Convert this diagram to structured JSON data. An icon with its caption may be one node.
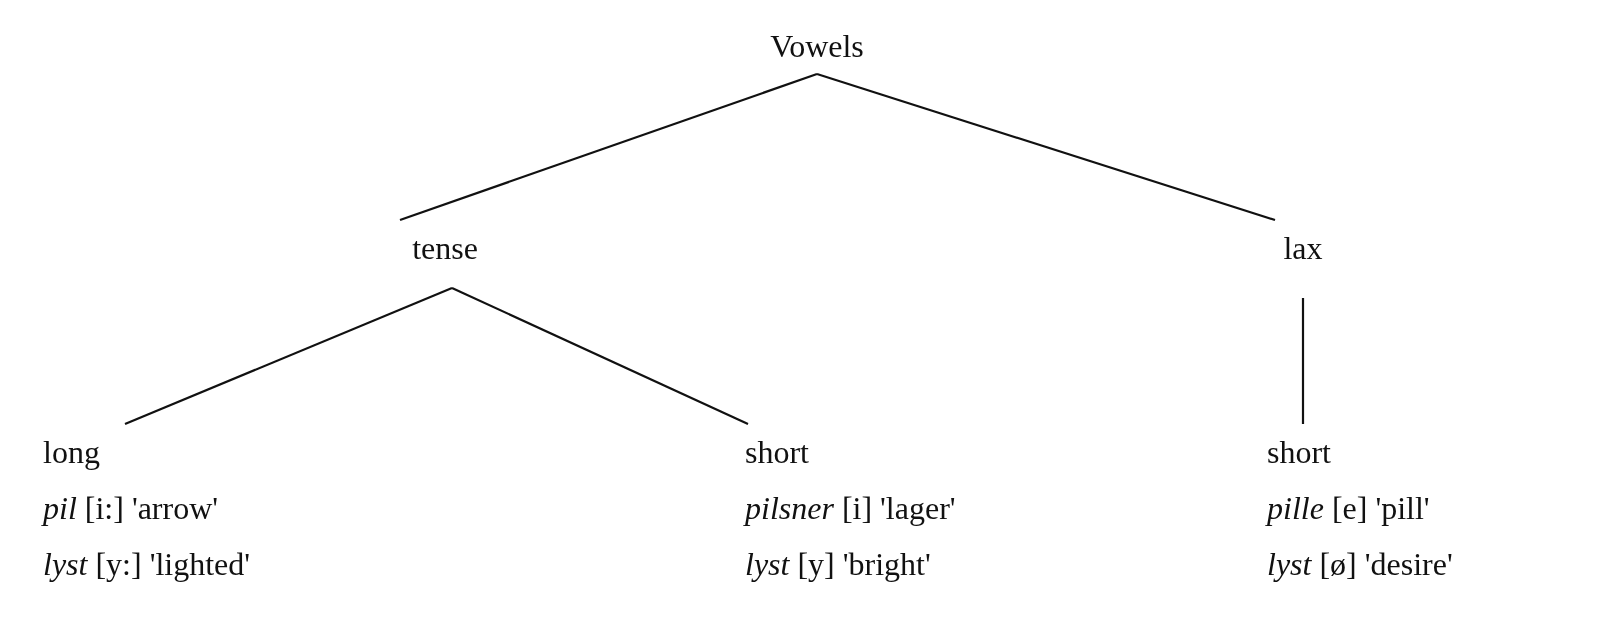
{
  "diagram": {
    "nodes": [
      {
        "text": [
          "Vowels"
        ]
      },
      {
        "text": [
          "tense"
        ]
      },
      {
        "text": [
          "lax"
        ]
      },
      {
        "text": [
          "long",
          "*pil* [i:] 'arrow'",
          "*lyst* [y:] 'lighted'"
        ]
      },
      {
        "text": [
          "short",
          "*pilsner* [i] 'lager'",
          "*lyst* [y] 'bright'"
        ]
      },
      {
        "text": [
          "short",
          "*pille* [e] 'pill'",
          "*lyst* [ø] 'desire'"
        ]
      }
    ],
    "edges": [
      {
        "from": 0,
        "to": 1,
        "arrow": "none"
      },
      {
        "from": 0,
        "to": 2,
        "arrow": "none"
      },
      {
        "from": 1,
        "to": 3,
        "arrow": "none"
      },
      {
        "from": 1,
        "to": 4,
        "arrow": "none"
      },
      {
        "from": 2,
        "to": 5,
        "arrow": "none"
      }
    ]
  }
}
